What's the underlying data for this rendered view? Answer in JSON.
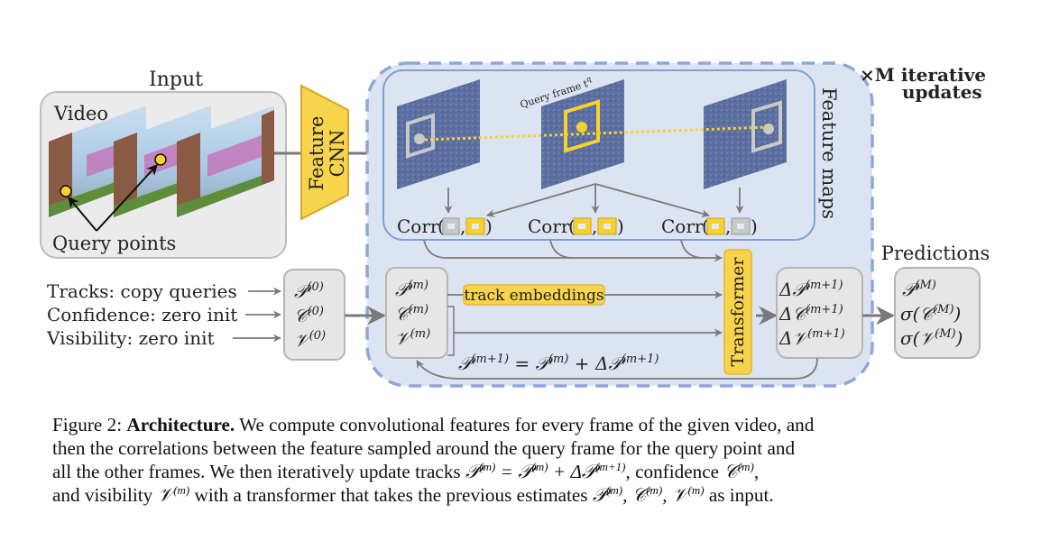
{
  "figure": {
    "input_block": {
      "title": "Input",
      "video_label": "Video",
      "query_points_label": "Query points",
      "frame_count": 3
    },
    "feature_cnn": {
      "line1": "Feature",
      "line2": "CNN"
    },
    "iterative": {
      "label_line1": "×M iterative",
      "label_line2": "updates"
    },
    "feature_maps": {
      "label": "Feature maps",
      "query_frame_label": "Query frame t",
      "query_frame_sup": "q",
      "corr_label": "Corr",
      "corr_items": [
        {
          "first": "gray",
          "second": "yellow"
        },
        {
          "first": "yellow",
          "second": "yellow"
        },
        {
          "first": "yellow",
          "second": "gray"
        }
      ]
    },
    "init": {
      "lines": [
        {
          "text": "Tracks: copy queries",
          "symbol": "𝒫",
          "sup": "(0)"
        },
        {
          "text": "Confidence: zero init",
          "symbol": "𝒞",
          "sup": "(0)"
        },
        {
          "text": "Visibility: zero init",
          "symbol": "𝒱",
          "sup": "(0)"
        }
      ]
    },
    "state": {
      "items": [
        {
          "symbol": "𝒫",
          "sup": "(m)"
        },
        {
          "symbol": "𝒞",
          "sup": "(m)"
        },
        {
          "symbol": "𝒱",
          "sup": "(m)"
        }
      ]
    },
    "track_embeddings": "track embeddings",
    "transformer": "Transformer",
    "deltas": {
      "items": [
        {
          "symbol": "Δ𝒫",
          "sup": "(m+1)"
        },
        {
          "symbol": "Δ𝒞",
          "sup": "(m+1)"
        },
        {
          "symbol": "Δ𝒱",
          "sup": "(m+1)"
        }
      ]
    },
    "update_rule": {
      "lhs": "𝒫",
      "lhs_sup": "(m+1)",
      "eq": " = ",
      "rhs1": "𝒫",
      "rhs1_sup": "(m)",
      "plus": " + ",
      "rhs2": "Δ𝒫",
      "rhs2_sup": "(m+1)"
    },
    "predictions": {
      "title": "Predictions",
      "items": [
        {
          "prefix": "",
          "symbol": "𝒫",
          "sup": "(M)",
          "suffix": ""
        },
        {
          "prefix": "σ(",
          "symbol": "𝒞",
          "sup": "(M)",
          "suffix": ")"
        },
        {
          "prefix": "σ(",
          "symbol": "𝒱",
          "sup": "(M)",
          "suffix": ")"
        }
      ]
    },
    "colors": {
      "yellow": "#f7d44c",
      "yellow_border": "#d4a72c",
      "blue_panel": "#dde4f1",
      "blue_dash": "#8fa7d8",
      "blue_line": "#7f9fd6",
      "feature_map": "#5a6fa0",
      "gray_box": "#e6e6e6",
      "gray_border": "#b5b5b5",
      "arrow": "#7a7a7a"
    }
  },
  "caption": {
    "label": "Figure 2:",
    "bold": "Architecture.",
    "line1": "We compute convolutional features for every frame of the given video, and",
    "line2": "then the correlations between the feature sampled around the query frame for the query point and",
    "line3a": "all the other frames. We then iteratively update tracks",
    "line3b": ", confidence",
    "line4a": "and visibility",
    "line4b": "with a transformer that takes the previous estimates",
    "line4c": "as input."
  }
}
